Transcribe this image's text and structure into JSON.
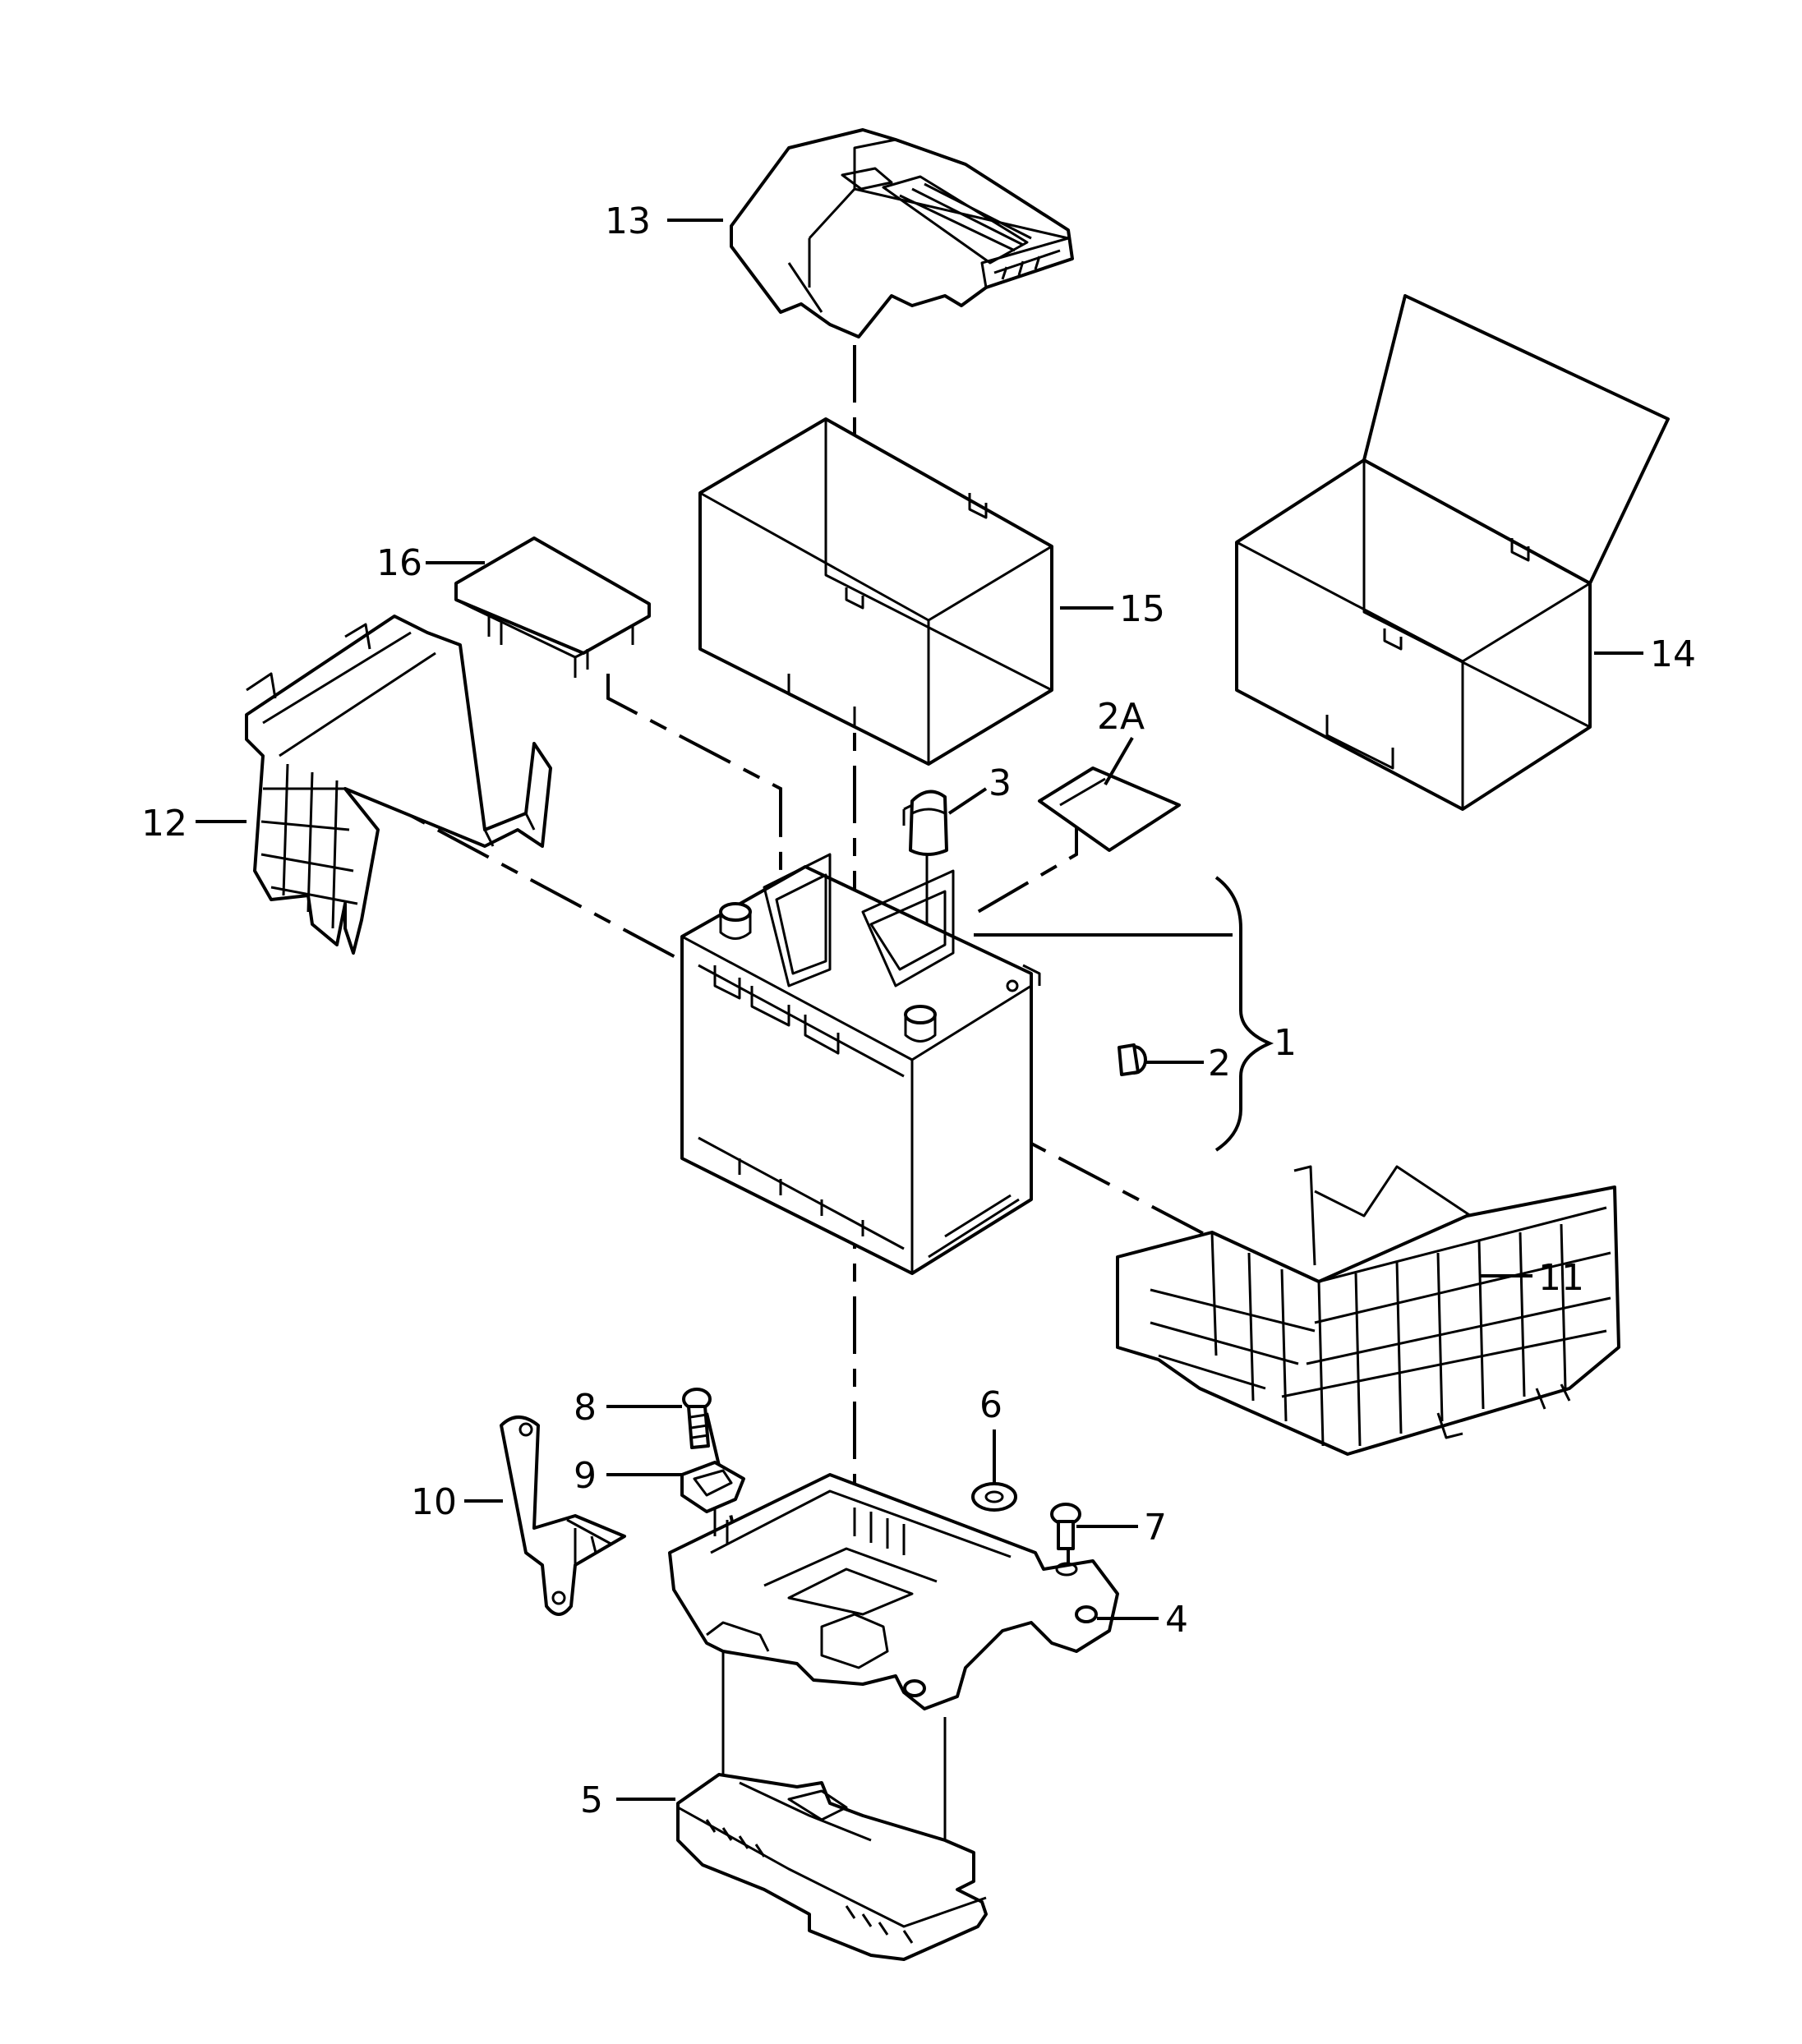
{
  "callouts": [
    {
      "id": "13",
      "label": "13"
    },
    {
      "id": "16",
      "label": "16"
    },
    {
      "id": "15",
      "label": "15"
    },
    {
      "id": "14",
      "label": "14"
    },
    {
      "id": "2A",
      "label": "2A"
    },
    {
      "id": "3",
      "label": "3"
    },
    {
      "id": "12",
      "label": "12"
    },
    {
      "id": "1",
      "label": "1"
    },
    {
      "id": "2",
      "label": "2"
    },
    {
      "id": "11",
      "label": "11"
    },
    {
      "id": "8",
      "label": "8"
    },
    {
      "id": "6",
      "label": "6"
    },
    {
      "id": "9",
      "label": "9"
    },
    {
      "id": "10",
      "label": "10"
    },
    {
      "id": "7",
      "label": "7"
    },
    {
      "id": "4",
      "label": "4"
    },
    {
      "id": "5",
      "label": "5"
    }
  ],
  "colors": {
    "line": "#000000",
    "background": "#ffffff"
  }
}
